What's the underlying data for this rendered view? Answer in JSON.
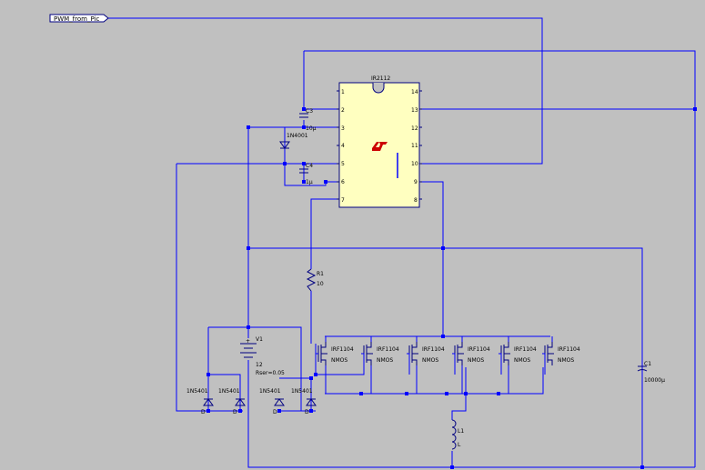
{
  "net_label": "PWM_from_Pic",
  "ic": {
    "name": "IR2112",
    "left_pins": [
      "1",
      "2",
      "3",
      "4",
      "5",
      "6",
      "7"
    ],
    "right_pins": [
      "14",
      "13",
      "12",
      "11",
      "10",
      "9",
      "8"
    ]
  },
  "components": {
    "c3": {
      "name": "C3",
      "value": "10µ"
    },
    "c4": {
      "name": "C4",
      "value": "1µ"
    },
    "d_boot": {
      "name": "1N4001"
    },
    "r1": {
      "name": "R1",
      "value": "10"
    },
    "v1": {
      "name": "V1",
      "value": "12",
      "rser": "Rser=0.05"
    },
    "l1": {
      "name": "L1",
      "value": "L"
    },
    "c1": {
      "name": "C1",
      "value": "10000µ"
    },
    "diodes": [
      "1N5401",
      "1N5401",
      "1N5401",
      "1N5401"
    ],
    "mosfets": [
      {
        "name": "IRF1104",
        "type": "NMOS"
      },
      {
        "name": "IRF1104",
        "type": "NMOS"
      },
      {
        "name": "IRF1104",
        "type": "NMOS"
      },
      {
        "name": "IRF1104",
        "type": "NMOS"
      },
      {
        "name": "IRF1104",
        "type": "NMOS"
      },
      {
        "name": "IRF1104",
        "type": "NMOS"
      }
    ]
  },
  "colors": {
    "wire": "#0000ff",
    "ic_fill": "#ffffc0",
    "logo": "#cc0000",
    "background": "#c0c0c0"
  }
}
